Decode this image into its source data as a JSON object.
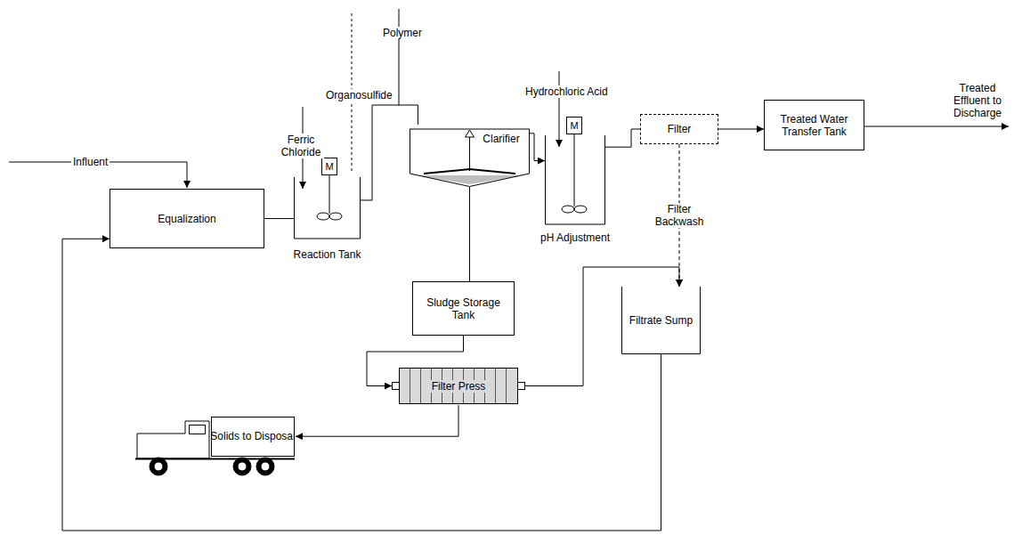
{
  "diagram": {
    "nodes": [
      {
        "text": [
          "Equalization"
        ]
      },
      {
        "text": [
          "Reaction Tank"
        ]
      },
      {
        "text": [
          "Clarifier"
        ]
      },
      {
        "text": [
          "pH Adjustment"
        ]
      },
      {
        "text": [
          "Filter"
        ]
      },
      {
        "text": [
          "Treated Water Transfer Tank"
        ]
      },
      {
        "text": [
          "Sludge Storage Tank"
        ]
      },
      {
        "text": [
          "Filtrate Sump"
        ]
      },
      {
        "text": [
          "Filter Press"
        ]
      },
      {
        "text": [
          "Solids to Disposal"
        ]
      }
    ],
    "edges": [
      {
        "from": 0,
        "to": 1,
        "arrow": "none"
      },
      {
        "from": 1,
        "to": 2,
        "arrow": "none"
      },
      {
        "from": 2,
        "to": 3,
        "arrow": "to"
      },
      {
        "from": 3,
        "to": 4,
        "arrow": "none"
      },
      {
        "from": 4,
        "to": 5,
        "arrow": "to"
      },
      {
        "from": 2,
        "to": 6,
        "arrow": "none"
      },
      {
        "from": 6,
        "to": 8,
        "arrow": "to"
      },
      {
        "from": 8,
        "to": 7,
        "arrow": "to"
      },
      {
        "from": 8,
        "to": 9,
        "arrow": "to"
      },
      {
        "from": 4,
        "to": 7,
        "arrow": "to",
        "label": "Filter Backwash"
      },
      {
        "from": 7,
        "to": 0,
        "arrow": "to"
      }
    ],
    "labels": [
      "Influent",
      "Ferric Chloride",
      "Organosulfide",
      "Polymer",
      "Hydrochloric Acid",
      "M",
      "M",
      "Treated Effluent to Discharge"
    ]
  }
}
